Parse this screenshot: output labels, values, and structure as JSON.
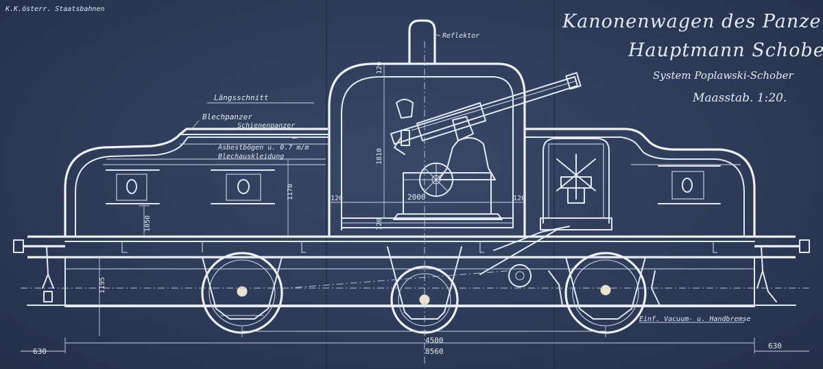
{
  "header": {
    "railway": "K.K.österr. Staatsbahnen"
  },
  "title": {
    "line1": "Kanonenwagen des Panze",
    "line2": "Hauptmann Schober",
    "system": "System Poplawski-Schober",
    "scale": "Maasstab. 1:20."
  },
  "labels": {
    "section": "Längsschnitt",
    "plate_armor": "Blechpanzer",
    "rail_armor": "Schienenpanzer",
    "asbestos": "Asbestbögen u. 0.7 m/m",
    "sheet_lining": "Blechauskleidung",
    "reflector": "Reflektor",
    "brake": "Einf. Vacuum- u. Handbremse"
  },
  "dimensions": {
    "turret_height": "1810",
    "turret_width": "2000",
    "wall_left": "120",
    "wall_right": "120",
    "floor": "120",
    "roof": "120",
    "body_height": "1170",
    "deck_height": "1050",
    "axle_height": "1195",
    "wheelbase": "4500",
    "overall_length": "8560",
    "overhang_left": "630",
    "overhang_right": "630"
  }
}
